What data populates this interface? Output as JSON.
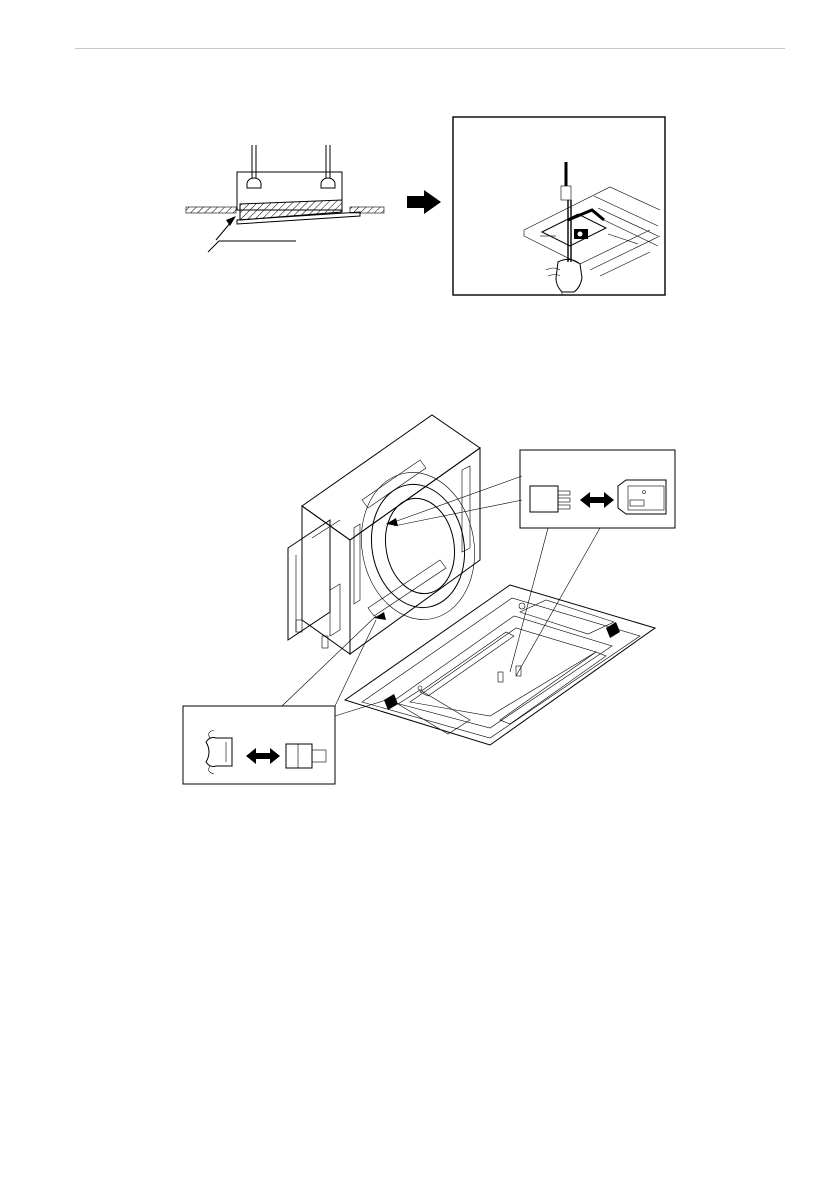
{
  "page": {
    "background": "#ffffff",
    "rule_color": "#c8c8c8",
    "ink": "#000000"
  },
  "figures": [
    {
      "id": "hanging-unit-side-view",
      "icons": [
        "ceiling-hatch",
        "hanger-rod",
        "arrow-right-icon"
      ]
    },
    {
      "id": "screwdriver-adjust-inset",
      "icons": [
        "screwdriver-icon",
        "hand-icon"
      ]
    },
    {
      "id": "panel-connection-exploded",
      "icons": [
        "connector-plug-icon",
        "double-arrow-icon",
        "connector-socket-icon"
      ]
    }
  ]
}
